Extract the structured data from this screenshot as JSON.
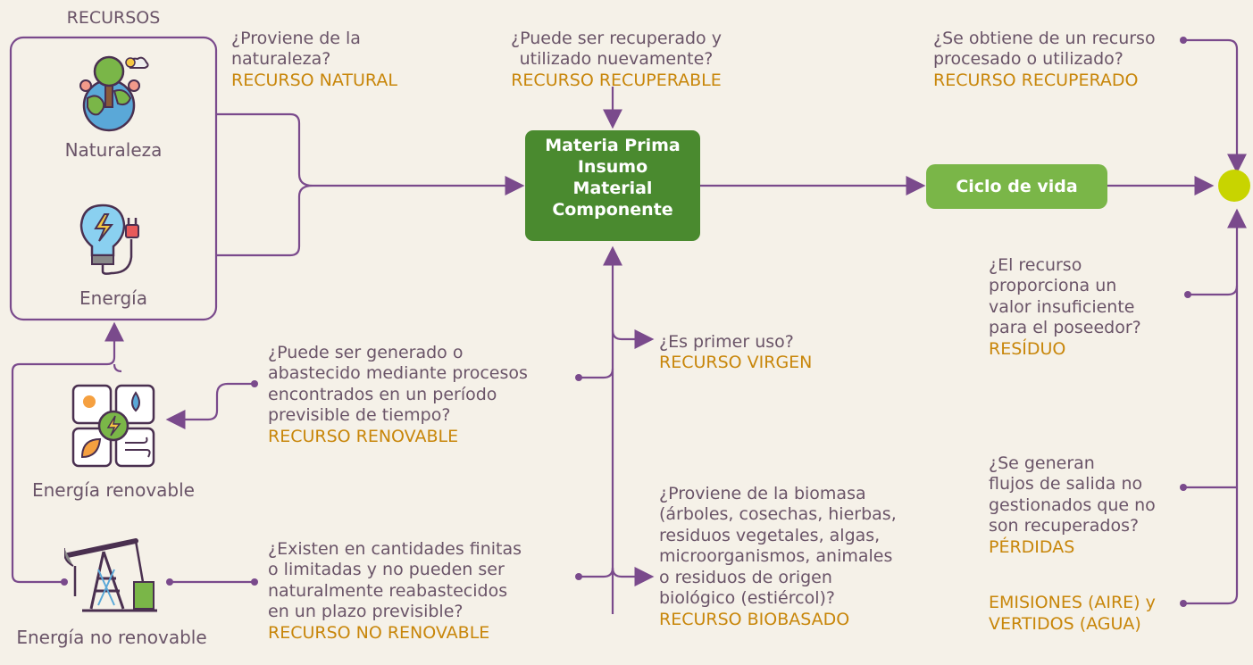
{
  "recursos": {
    "title": "RECURSOS",
    "naturaleza": "Naturaleza",
    "energia": "Energía"
  },
  "renovable": {
    "label": "Energía renovable"
  },
  "no_renovable": {
    "label": "Energía no renovable"
  },
  "center_box": [
    "Materia Prima",
    "Insumo",
    "Material",
    "Componente"
  ],
  "ciclo": "Ciclo de vida",
  "q_natural": {
    "q": "¿Proviene de la\nnaturaleza?",
    "a": "RECURSO NATURAL"
  },
  "q_recuperable": {
    "q": "¿Puede ser recuperado y\nutilizado nuevamente?",
    "a": "RECURSO RECUPERABLE"
  },
  "q_recuperado": {
    "q": "¿Se obtiene de un recurso\nprocesado o utilizado?",
    "a": "RECURSO RECUPERADO"
  },
  "q_virgen": {
    "q": "¿Es primer uso?",
    "a": "RECURSO VIRGEN"
  },
  "q_renovable": {
    "q": "¿Puede ser generado o\nabastecido mediante procesos\nencontrados en un período\nprevisible de tiempo?",
    "a": "RECURSO RENOVABLE"
  },
  "q_no_renovable": {
    "q": "¿Existen en cantidades finitas\no limitadas y no pueden ser\nnaturalmente reabastecidos\nen un plazo previsible?",
    "a": "RECURSO NO RENOVABLE"
  },
  "q_biobasado": {
    "q": "¿Proviene de la biomasa\n(árboles, cosechas, hierbas,\nresiduos vegetales, algas,\nmicroorganismos, animales\no residuos de origen\nbiológico (estiércol)?",
    "a": "RECURSO BIOBASADO"
  },
  "q_residuo": {
    "q": "¿El recurso\nproporciona un\nvalor insuficiente\npara el poseedor?",
    "a": "RESÍDUO"
  },
  "q_perdidas": {
    "q": "¿Se generan\nflujos de salida no\ngestionados que no\nson recuperados?",
    "a": "PÉRDIDAS"
  },
  "emisiones": "EMISIONES (AIRE) y\nVERTIDOS (AGUA)",
  "colors": {
    "line": "#7a4a8c",
    "box": "#4a8a2f",
    "ciclo": "#7ab648",
    "node": "#c8d400",
    "answer": "#c8860a"
  }
}
